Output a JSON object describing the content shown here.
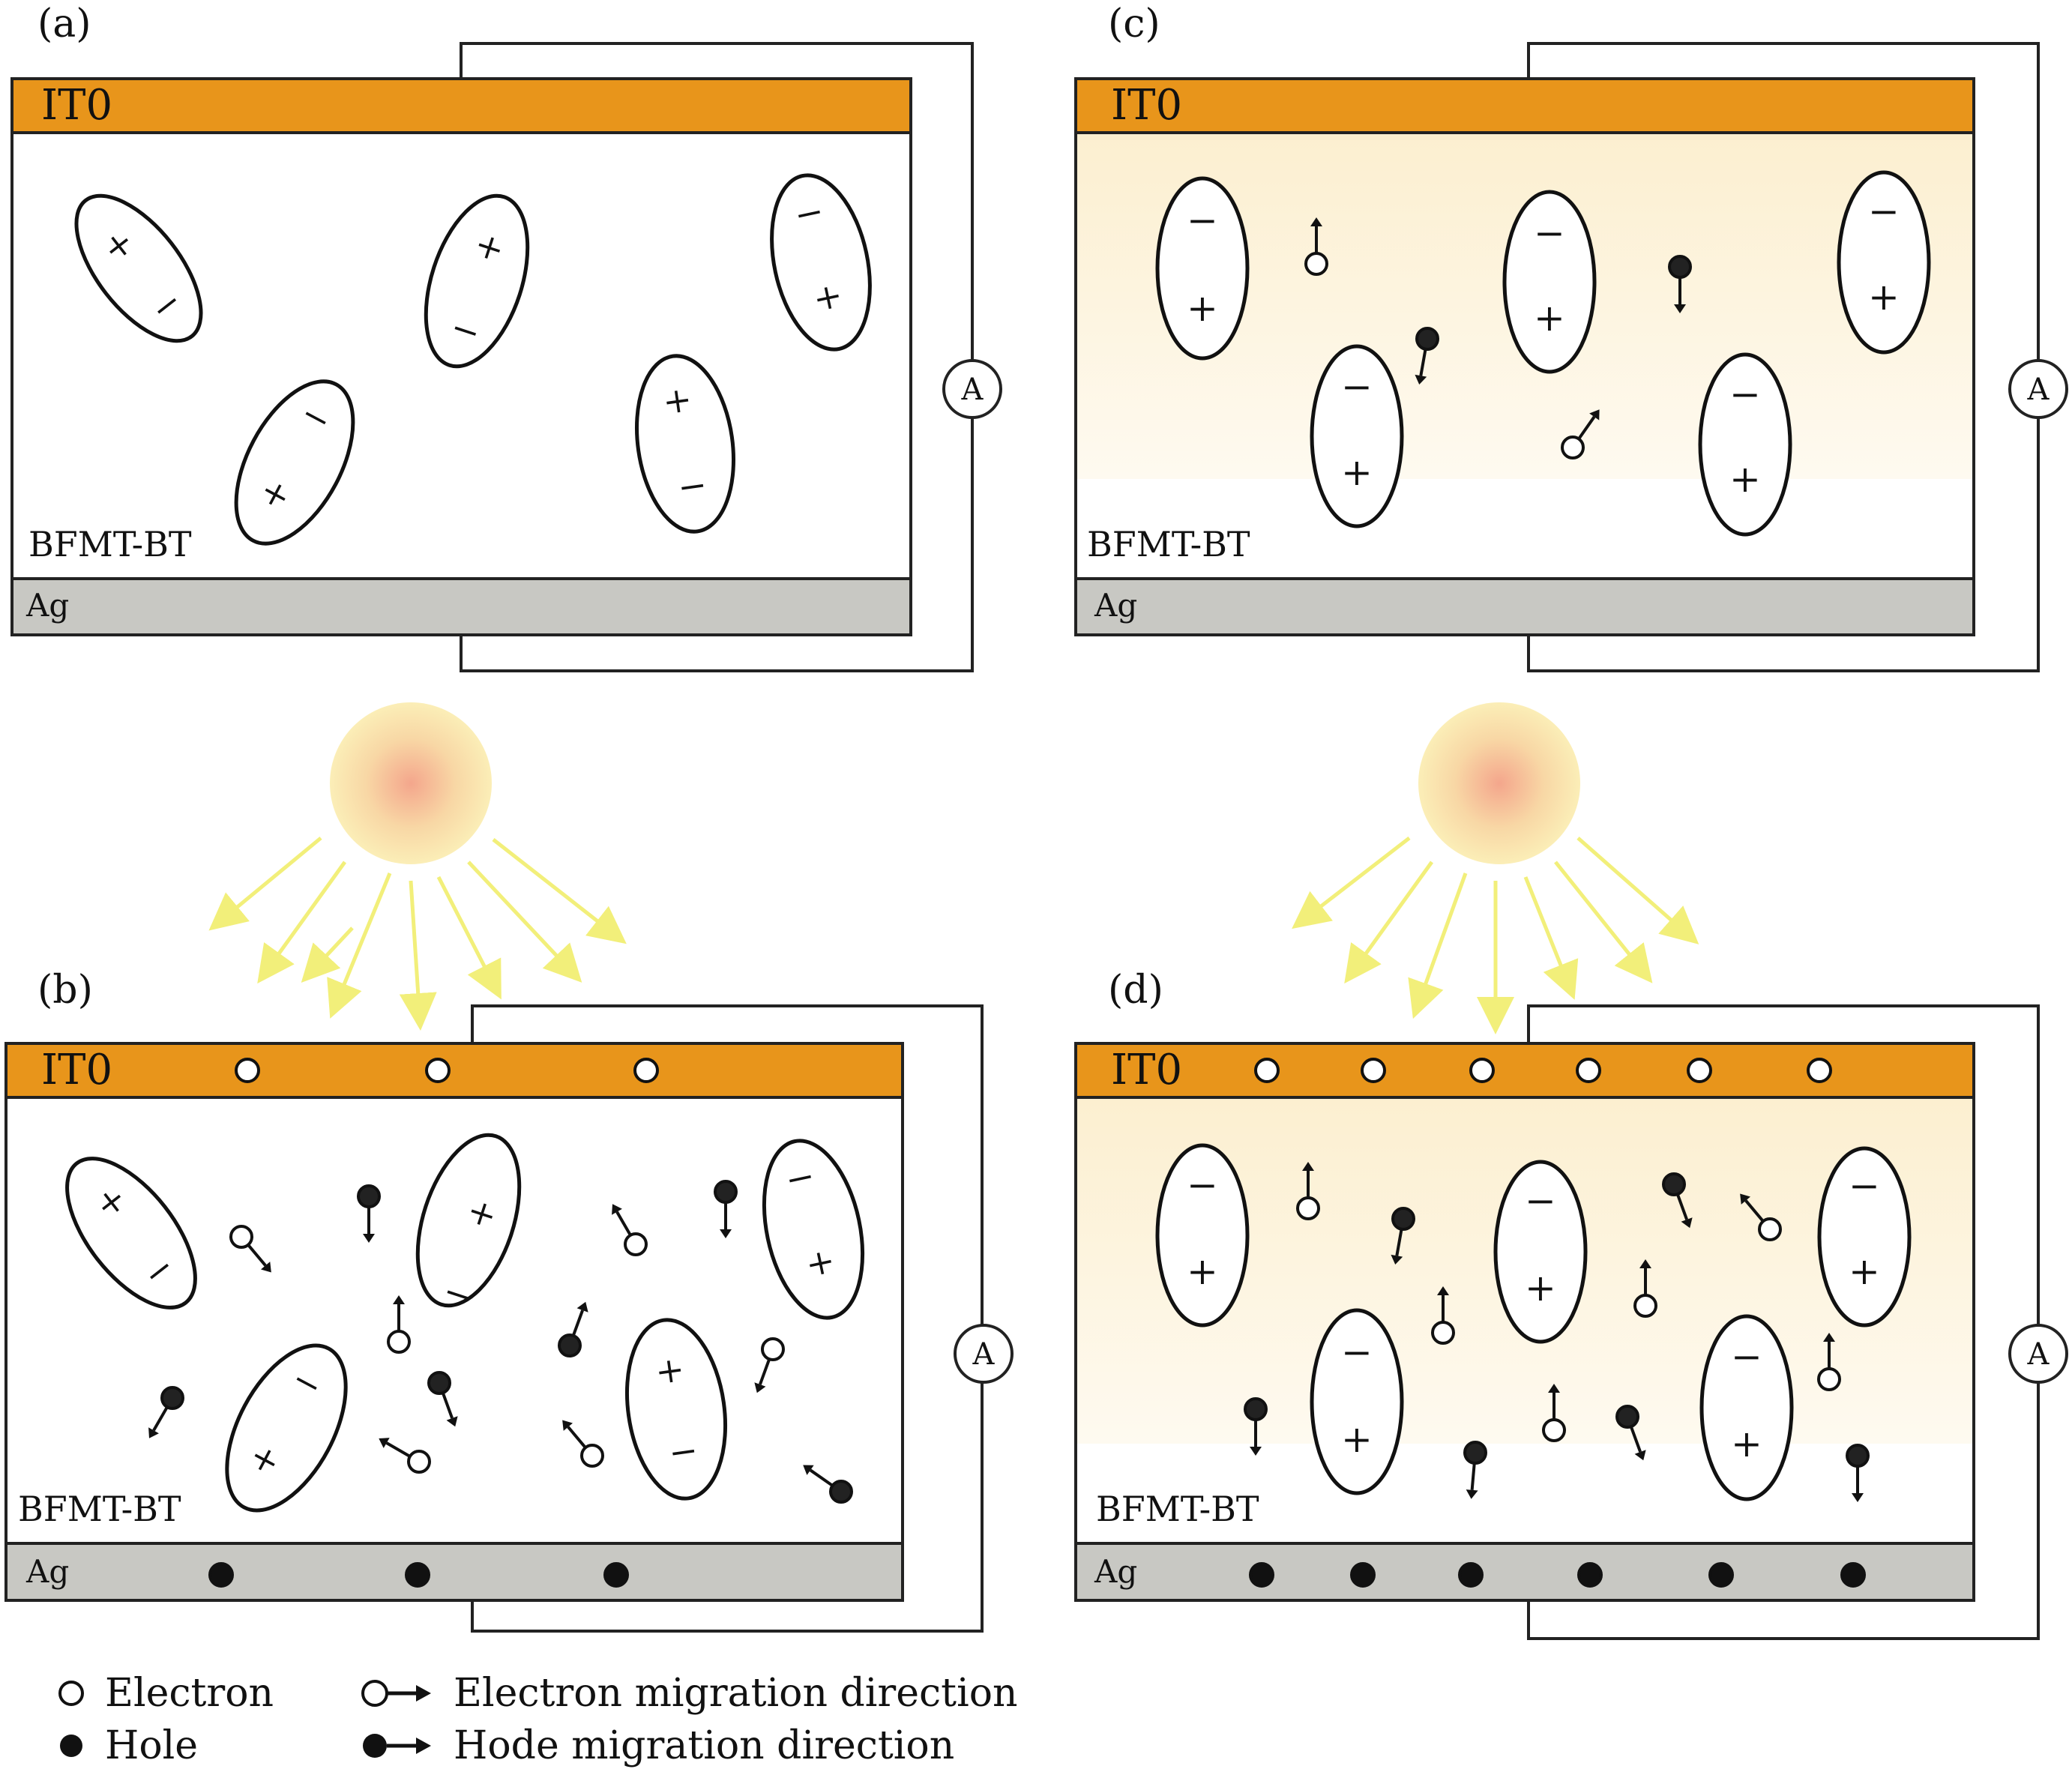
{
  "panels": [
    {
      "label": "(a)",
      "top_layer": "IT0",
      "bulk_layer": "BFMT-BT",
      "bottom_layer": "Ag",
      "ammeter": "A",
      "illuminated": false
    },
    {
      "label": "(b)",
      "top_layer": "IT0",
      "bulk_layer": "BFMT-BT",
      "bottom_layer": "Ag",
      "ammeter": "A",
      "illuminated": true
    },
    {
      "label": "(c)",
      "top_layer": "IT0",
      "bulk_layer": "BFMT-BT",
      "bottom_layer": "Ag",
      "ammeter": "A",
      "illuminated": false,
      "poled": true
    },
    {
      "label": "(d)",
      "top_layer": "IT0",
      "bulk_layer": "BFMT-BT",
      "bottom_layer": "Ag",
      "ammeter": "A",
      "illuminated": true,
      "poled": true
    }
  ],
  "legend": {
    "electron": "Electron",
    "hole": "Hole",
    "electron_migration": "Electron migration direction",
    "hole_migration": "Hode migration direction"
  },
  "colors": {
    "ito": "#e8951b",
    "ag": "#c8c8c3",
    "poled_bulk": "#fdf4d8",
    "sun_core": "#f4a68c",
    "sun_edge": "#fbeeb7",
    "light_rays": "#f2ef7a"
  }
}
